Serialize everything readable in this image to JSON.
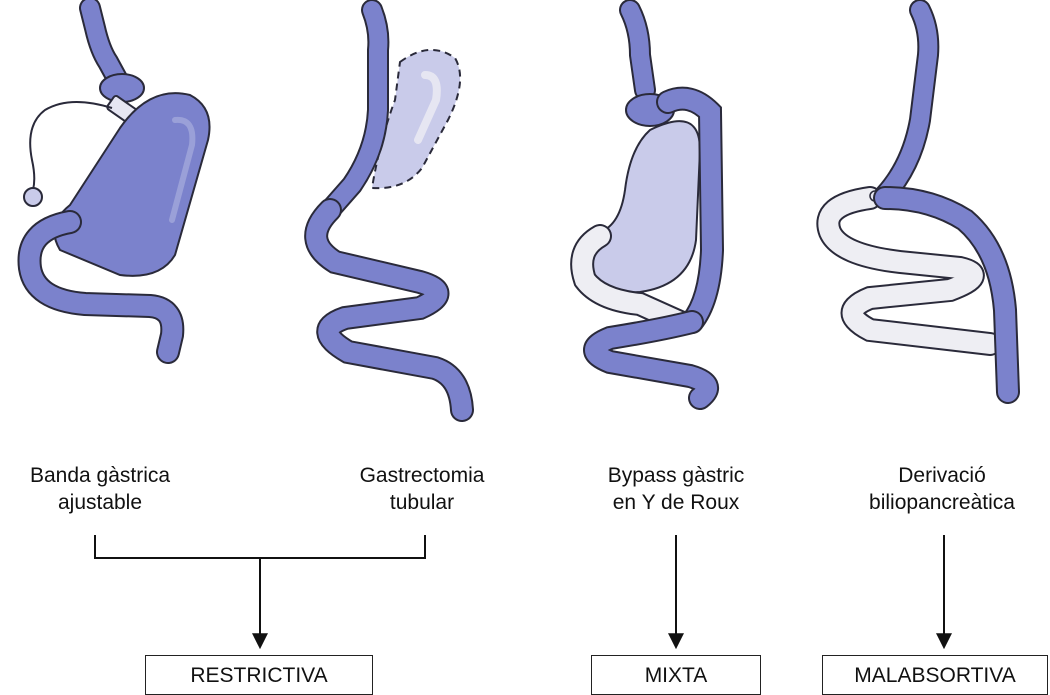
{
  "colors": {
    "organ": "#7b82cc",
    "organ_light": "#c9cbea",
    "organ_pale": "#e6e6f2",
    "bypassed": "#eeeef3",
    "outline": "#2a2a3a",
    "connector": "#111111"
  },
  "procedures": [
    {
      "name_line1": "Banda gàstrica",
      "name_line2": "ajustable",
      "icon": "adjustable-gastric-band-illustration"
    },
    {
      "name_line1": "Gastrectomia",
      "name_line2": "tubular",
      "icon": "sleeve-gastrectomy-illustration"
    },
    {
      "name_line1": "Bypass gàstric",
      "name_line2": "en Y de Roux",
      "icon": "roux-en-y-gastric-bypass-illustration"
    },
    {
      "name_line1": "Derivació",
      "name_line2": "biliopancreàtica",
      "icon": "biliopancreatic-diversion-illustration"
    }
  ],
  "categories": {
    "restrictive": "RESTRICTIVA",
    "mixed": "MIXTA",
    "malabsorptive": "MALABSORTIVA"
  }
}
